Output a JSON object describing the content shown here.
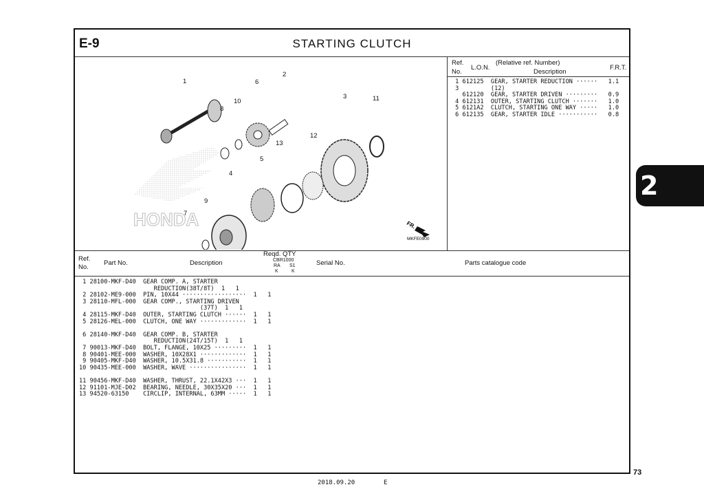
{
  "header": {
    "code": "E-9",
    "title": "STARTING CLUTCH"
  },
  "diagram": {
    "code": "MKFE0900",
    "fr_label": "FR.",
    "watermark": "HONDA",
    "callouts": [
      "1",
      "2",
      "3",
      "4",
      "5",
      "6",
      "7",
      "8",
      "9",
      "10",
      "11",
      "12",
      "13"
    ]
  },
  "ref_table": {
    "col_ref": "Ref.",
    "col_no": "No.",
    "col_lon": "L.O.N.",
    "col_desc_1": "(Relative ref. Number)",
    "col_desc_2": "Description",
    "col_frt": "F.R.T.",
    "rows_text": " 1 612125  GEAR, STARTER REDUCTION ······   1.1\n 3         (12)\n   612120  GEAR, STARTER DRIVEN ·········   0.9\n 4 612131  OUTER, STARTING CLUTCH ·······   1.0\n 5 6121A2  CLUTCH, STARTING ONE WAY ·····   1.0\n 6 612135  GEAR, STARTER IDLE ···········   0.8"
  },
  "parts_table": {
    "col_ref": "Ref.",
    "col_no": "No.",
    "col_part": "Part No.",
    "col_desc": "Description",
    "col_reqd": "Reqd.  QTY",
    "col_model": "CBR1000",
    "col_ra": "RA",
    "col_s1": "S1",
    "col_k1": "K",
    "col_k2": "K",
    "col_serial": "Serial No.",
    "col_catalogue": "Parts catalogue code",
    "rows_text": " 1 28100-MKF-D40  GEAR COMP. A, STARTER\n                     REDUCTION(38T/8T)  1   1\n 2 28102-ME9-000  PIN, 10X44 ··················  1   1\n 3 28110-MFL-000  GEAR COMP., STARTING DRIVEN\n                                  (37T)  1   1\n 4 28115-MKF-D40  OUTER, STARTING CLUTCH ······  1   1\n 5 28126-MEL-000  CLUTCH, ONE WAY ·············  1   1\n\n 6 28140-MKF-D40  GEAR COMP. B, STARTER\n                     REDUCTION(24T/15T)  1   1\n 7 90013-MKF-D40  BOLT, FLANGE, 10X25 ·········  1   1\n 8 90401-MEE-000  WASHER, 10X28X1 ·············  1   1\n 9 90405-MKF-D40  WASHER, 10.5X31.8 ···········  1   1\n10 90435-MEE-000  WASHER, WAVE ················  1   1\n\n11 90456-MKF-D40  WASHER, THRUST, 22.1X42X3 ···  1   1\n12 91101-MJE-D02  BEARING, NEEDLE, 30X35X20 ···  1   1\n13 94520-63150    CIRCLIP, INTERNAL, 63MM ·····  1   1"
  },
  "side_tab": "2",
  "page_number": "73",
  "footer": {
    "date": "2018.09.20",
    "letter": "E"
  }
}
